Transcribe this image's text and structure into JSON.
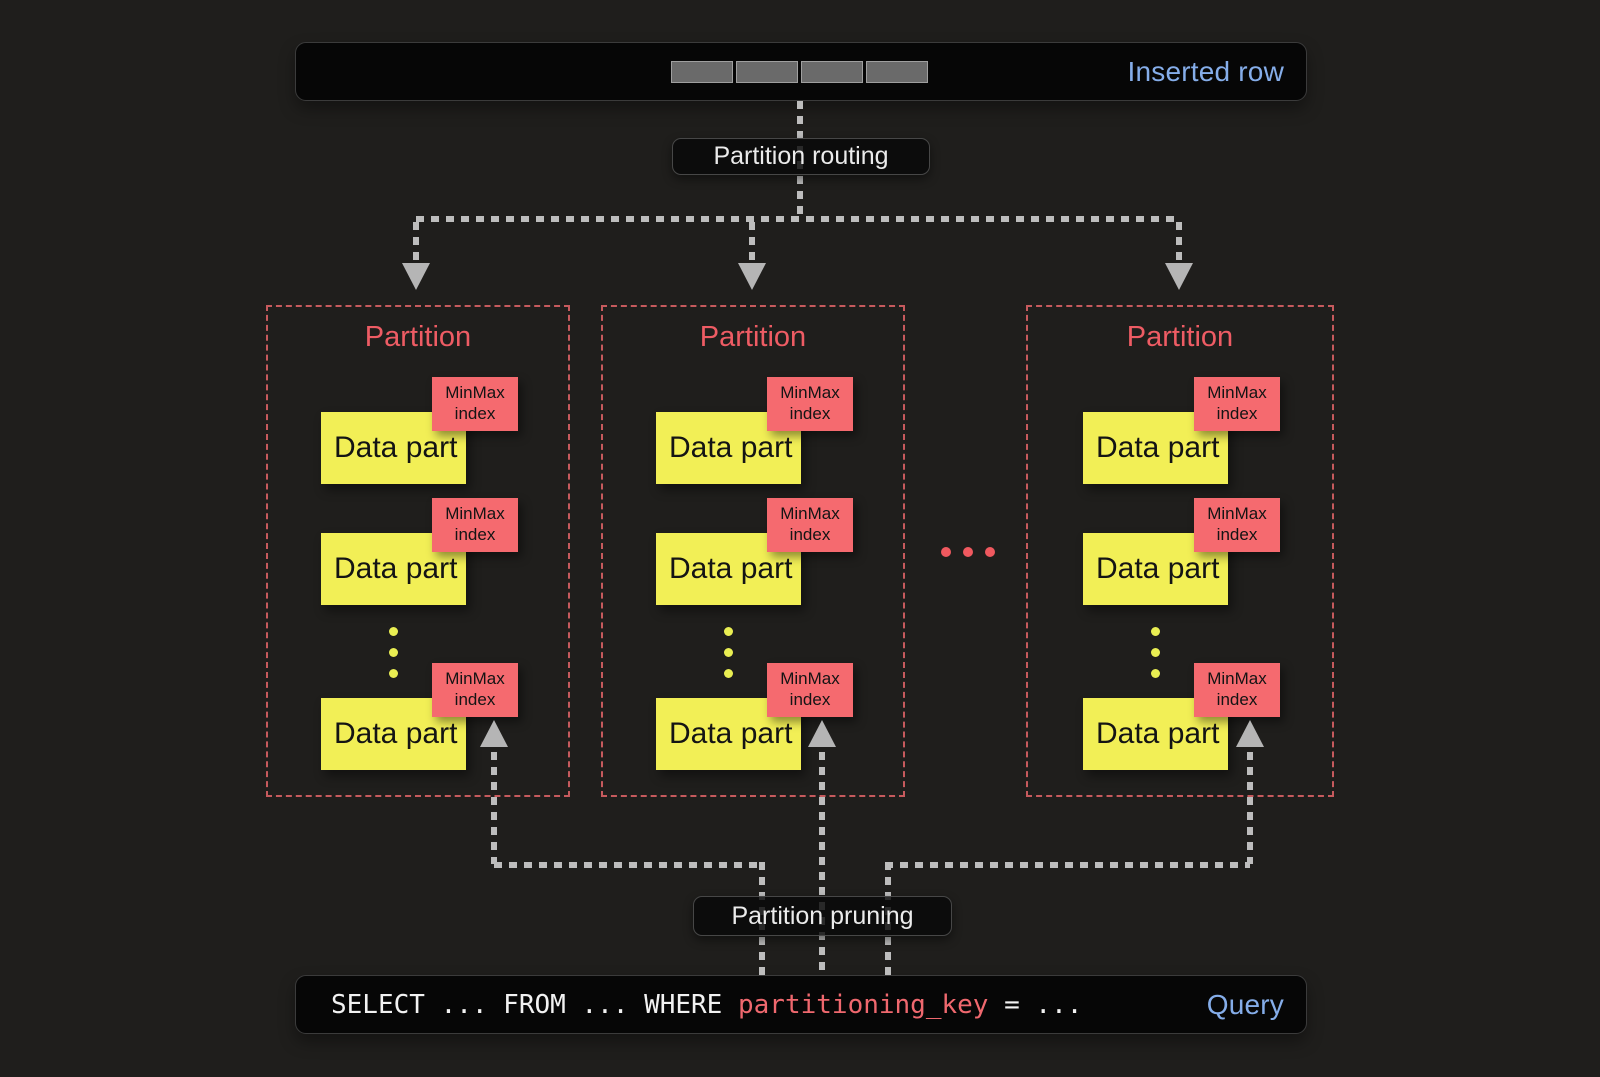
{
  "colors": {
    "background": "#1f1e1c",
    "accent_blue": "#85ade9",
    "partition_red": "#ee5c64",
    "minmax_red": "#f56a6f",
    "datapart_yellow": "#f2ef56",
    "connector_gray": "#bdbdbd",
    "query_key_red": "#ef686e"
  },
  "inserted_row_bar": {
    "label": "Inserted row",
    "cell_count": 4
  },
  "routing_pill": {
    "label": "Partition routing"
  },
  "pruning_pill": {
    "label": "Partition pruning"
  },
  "partitions": [
    {
      "title": "Partition",
      "parts": [
        {
          "label": "Data part",
          "index_label": "MinMax index"
        },
        {
          "label": "Data part",
          "index_label": "MinMax index"
        },
        {
          "label": "Data part",
          "index_label": "MinMax index"
        }
      ]
    },
    {
      "title": "Partition",
      "parts": [
        {
          "label": "Data part",
          "index_label": "MinMax index"
        },
        {
          "label": "Data part",
          "index_label": "MinMax index"
        },
        {
          "label": "Data part",
          "index_label": "MinMax index"
        }
      ]
    },
    {
      "title": "Partition",
      "parts": [
        {
          "label": "Data part",
          "index_label": "MinMax index"
        },
        {
          "label": "Data part",
          "index_label": "MinMax index"
        },
        {
          "label": "Data part",
          "index_label": "MinMax index"
        }
      ]
    }
  ],
  "query_bar": {
    "sql_before": "SELECT ... FROM ... WHERE ",
    "sql_key": "partitioning_key",
    "sql_after": " = ...",
    "label": "Query"
  }
}
